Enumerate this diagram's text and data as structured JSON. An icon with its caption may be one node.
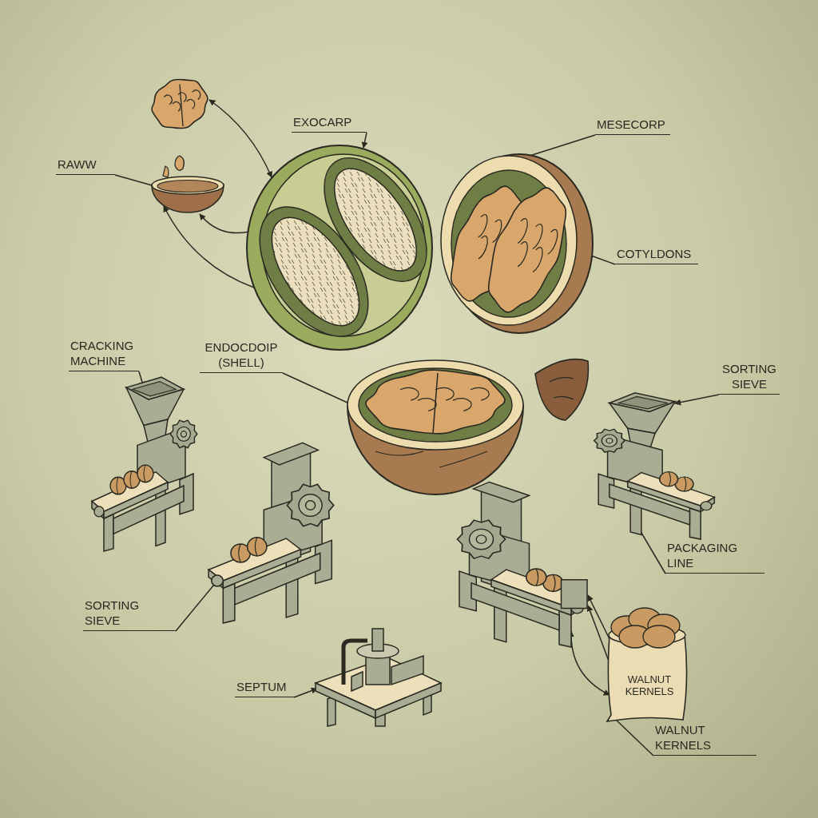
{
  "diagram": {
    "nodes": [
      {
        "text": [
          "RAWW"
        ]
      },
      {
        "text": [],
        "shape": "picture"
      },
      {
        "text": [],
        "shape": "picture"
      },
      {
        "text": [],
        "shape": "picture"
      },
      {
        "text": [
          "EXOCARP"
        ]
      },
      {
        "text": [
          "MESECORP"
        ]
      },
      {
        "text": [],
        "shape": "picture"
      },
      {
        "text": [
          "COTYLDONS"
        ]
      },
      {
        "text": [
          "CRACKING MACHINE"
        ]
      },
      {
        "text": [],
        "shape": "picture"
      },
      {
        "text": [
          "ENDOCDOIP (SHELL)"
        ]
      },
      {
        "text": [],
        "shape": "picture"
      },
      {
        "text": [
          "SORTING SIEVE"
        ]
      },
      {
        "text": [],
        "shape": "picture"
      },
      {
        "text": [
          "SORTING SIEVE"
        ]
      },
      {
        "text": [],
        "shape": "picture"
      },
      {
        "text": [
          "PACKAGING LINE"
        ]
      },
      {
        "text": [
          "SEPTUM"
        ]
      },
      {
        "text": [],
        "shape": "picture"
      },
      {
        "text": [],
        "shape": "picture"
      },
      {
        "text": [
          "WALNUT KERNELS"
        ]
      },
      {
        "text": [
          "WALNUT KERNELS"
        ]
      }
    ],
    "edges": [
      {
        "from": 0,
        "to": 1,
        "arrow": "none"
      },
      {
        "from": 4,
        "to": 3,
        "arrow": "to"
      },
      {
        "from": 5,
        "to": 6,
        "arrow": "none"
      },
      {
        "from": 7,
        "to": 6,
        "arrow": "none"
      },
      {
        "from": 8,
        "to": 9,
        "arrow": "to"
      },
      {
        "from": 10,
        "to": 11,
        "arrow": "none"
      },
      {
        "from": 12,
        "to": 13,
        "arrow": "none"
      },
      {
        "from": 14,
        "to": 15,
        "arrow": "to"
      },
      {
        "from": 16,
        "to": 15,
        "arrow": "none"
      },
      {
        "from": 17,
        "to": 18,
        "arrow": "to"
      },
      {
        "from": 21,
        "to": 20,
        "arrow": "none"
      },
      {
        "from": 2,
        "to": 3,
        "arrow": "both"
      },
      {
        "from": 3,
        "to": 1,
        "arrow": "to"
      },
      {
        "from": 3,
        "to": 1,
        "arrow": "to"
      },
      {
        "from": 20,
        "to": 19,
        "arrow": "to"
      },
      {
        "from": 20,
        "to": 19,
        "arrow": "to"
      },
      {
        "from": 19,
        "to": 20,
        "arrow": "both"
      }
    ]
  }
}
